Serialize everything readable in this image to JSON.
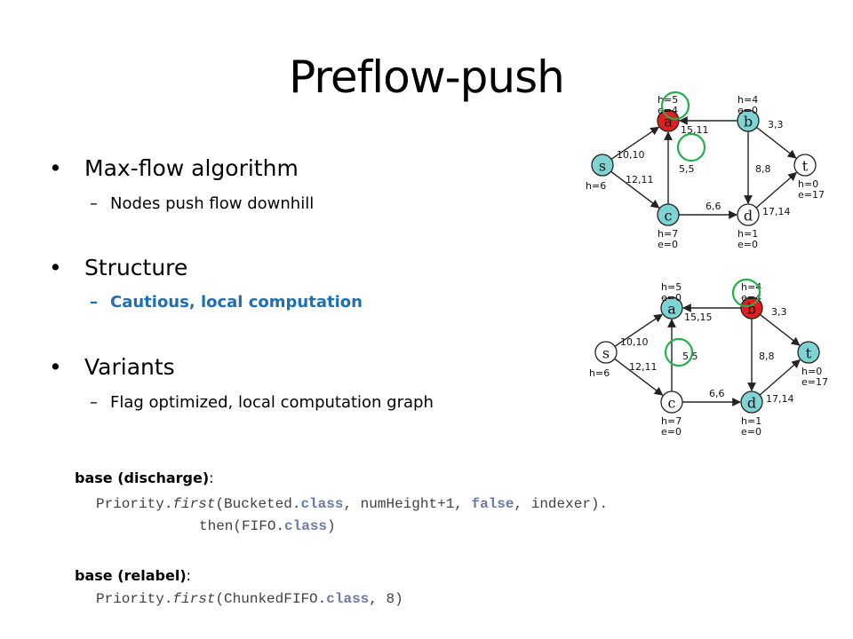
{
  "slide": {
    "title": "Preflow-push",
    "bullets": [
      {
        "text": "Max-flow algorithm",
        "sub": "Nodes push flow downhill",
        "sub_highlight": false
      },
      {
        "text": "Structure",
        "sub": "Cautious, local computation",
        "sub_highlight": true
      },
      {
        "text": "Variants",
        "sub": "Flag optimized, local computation graph",
        "sub_highlight": false
      }
    ],
    "code": {
      "discharge_label": "base (discharge)",
      "discharge_line1_prefix": "Priority.",
      "discharge_line1_method": "first",
      "discharge_line1_a": "(Bucketed.",
      "discharge_line1_kw1": "class",
      "discharge_line1_b": ", numHeight+1, ",
      "discharge_line1_kw2": "false",
      "discharge_line1_c": ", indexer).",
      "discharge_line2_a": "then(FIFO.",
      "discharge_line2_kw": "class",
      "discharge_line2_b": ")",
      "relabel_label": "base (relabel)",
      "relabel_prefix": "Priority.",
      "relabel_method": "first",
      "relabel_a": "(ChunkedFIFO.",
      "relabel_kw": "class",
      "relabel_b": ", 8)"
    }
  },
  "graphs": [
    {
      "nodes": [
        {
          "id": "s",
          "label": "s",
          "fill": "#7fd3d3",
          "info": [
            "h=6"
          ]
        },
        {
          "id": "a",
          "label": "a",
          "fill": "#e02020",
          "info": [
            "h=5",
            "e=4"
          ]
        },
        {
          "id": "b",
          "label": "b",
          "fill": "#7fd3d3",
          "info": [
            "h=4",
            "e=0"
          ]
        },
        {
          "id": "c",
          "label": "c",
          "fill": "#7fd3d3",
          "info": [
            "h=7",
            "e=0"
          ]
        },
        {
          "id": "d",
          "label": "d",
          "fill": "#ffffff",
          "info": [
            "h=1",
            "e=0"
          ]
        },
        {
          "id": "t",
          "label": "t",
          "fill": "#ffffff",
          "info": [
            "h=0",
            "e=17"
          ]
        }
      ],
      "edges": [
        {
          "label": "10,10"
        },
        {
          "label": "12,11"
        },
        {
          "label": "15,11"
        },
        {
          "label": "5,5"
        },
        {
          "label": "6,6"
        },
        {
          "label": "3,3"
        },
        {
          "label": "8,8"
        },
        {
          "label": "17,14"
        }
      ]
    },
    {
      "nodes": [
        {
          "id": "s",
          "label": "s",
          "fill": "#ffffff",
          "info": [
            "h=6"
          ]
        },
        {
          "id": "a",
          "label": "a",
          "fill": "#7fd3d3",
          "info": [
            "h=5",
            "e=0"
          ]
        },
        {
          "id": "b",
          "label": "b",
          "fill": "#e02020",
          "info": [
            "h=4",
            "e=4"
          ]
        },
        {
          "id": "c",
          "label": "c",
          "fill": "#ffffff",
          "info": [
            "h=7",
            "e=0"
          ]
        },
        {
          "id": "d",
          "label": "d",
          "fill": "#7fd3d3",
          "info": [
            "h=1",
            "e=0"
          ]
        },
        {
          "id": "t",
          "label": "t",
          "fill": "#7fd3d3",
          "info": [
            "h=0",
            "e=17"
          ]
        }
      ],
      "edges": [
        {
          "label": "10,10"
        },
        {
          "label": "12,11"
        },
        {
          "label": "15,15"
        },
        {
          "label": "5,5"
        },
        {
          "label": "6,6"
        },
        {
          "label": "3,3"
        },
        {
          "label": "8,8"
        },
        {
          "label": "17,14"
        }
      ]
    }
  ],
  "colors": {
    "highlight_text": "#1f6fb5",
    "ring": "#22b04b",
    "active_node": "#e02020",
    "touched_node": "#7fd3d3"
  }
}
